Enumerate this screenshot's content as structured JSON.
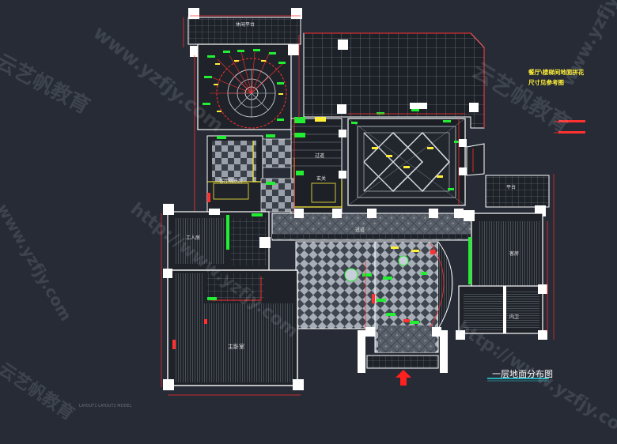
{
  "drawing": {
    "title": "一层地面分布图",
    "note_line1": "餐厅\\楼梯间地面拼花",
    "note_line2": "尺寸见参考图",
    "rooms": {
      "leisure_platform": "休闲平台",
      "stair_hall": "过道",
      "living_room": "客厅观景房",
      "foyer": "玄关",
      "servant_room": "工人房",
      "master_bedroom": "主卧室",
      "corridor": "过道",
      "platform": "平台",
      "guest_room": "客房",
      "storage": "内卫"
    },
    "cad_footer": "LAYOUT1 LAYOUT2 MODEL"
  },
  "watermarks": {
    "url": "www.yzfjy.com",
    "url2": "http://www.yzfjy.com",
    "brand": "云艺帆教育"
  },
  "colors": {
    "background": "#262b35",
    "wall": "#ffffff",
    "dimension": "#ff3030",
    "accent_green": "#22ee33",
    "accent_yellow": "#ffef3a",
    "title_underline": "#29d9e8"
  }
}
